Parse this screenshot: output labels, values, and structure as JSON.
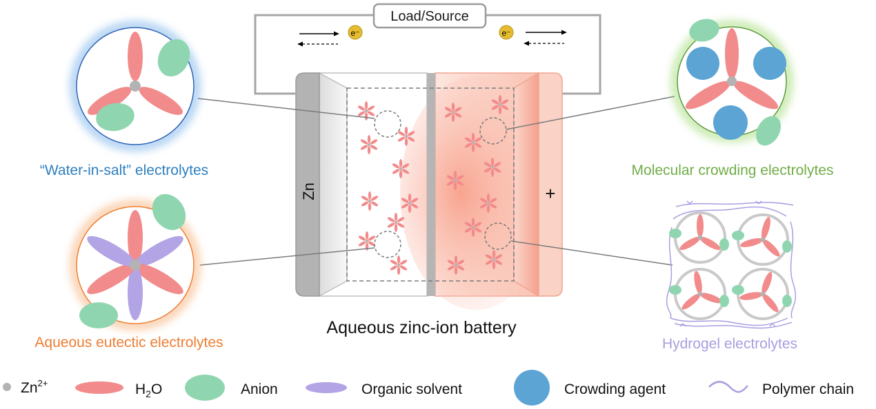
{
  "circuit": {
    "load_label": "Load/Source",
    "electron_symbol": "e⁻"
  },
  "battery": {
    "title": "Aqueous zinc-ion battery",
    "anode_label": "Zn",
    "cathode_label": "+"
  },
  "electrolytes": {
    "water_in_salt": "“Water-in-salt” electrolytes",
    "eutectic": "Aqueous eutectic electrolytes",
    "molecular_crowding": "Molecular crowding electrolytes",
    "hydrogel": "Hydrogel electrolytes"
  },
  "legend": {
    "zn": "Zn",
    "zn_charge": "2+",
    "h2o_h": "H",
    "h2o_sub": "2",
    "h2o_o": "O",
    "anion": "Anion",
    "organic_solvent": "Organic solvent",
    "crowding_agent": "Crowding agent",
    "polymer_chain": "Polymer chain"
  },
  "colors": {
    "water_in_salt": "#2e7fc0",
    "eutectic": "#ed7d31",
    "molecular_crowding": "#70ad47",
    "hydrogel": "#a99ee0",
    "h2o": "#f28b8b",
    "anion": "#8fd6b0",
    "organic_solvent": "#b3a4e6",
    "crowding_agent": "#5ba4d4",
    "zn": "#b3b3b3"
  }
}
